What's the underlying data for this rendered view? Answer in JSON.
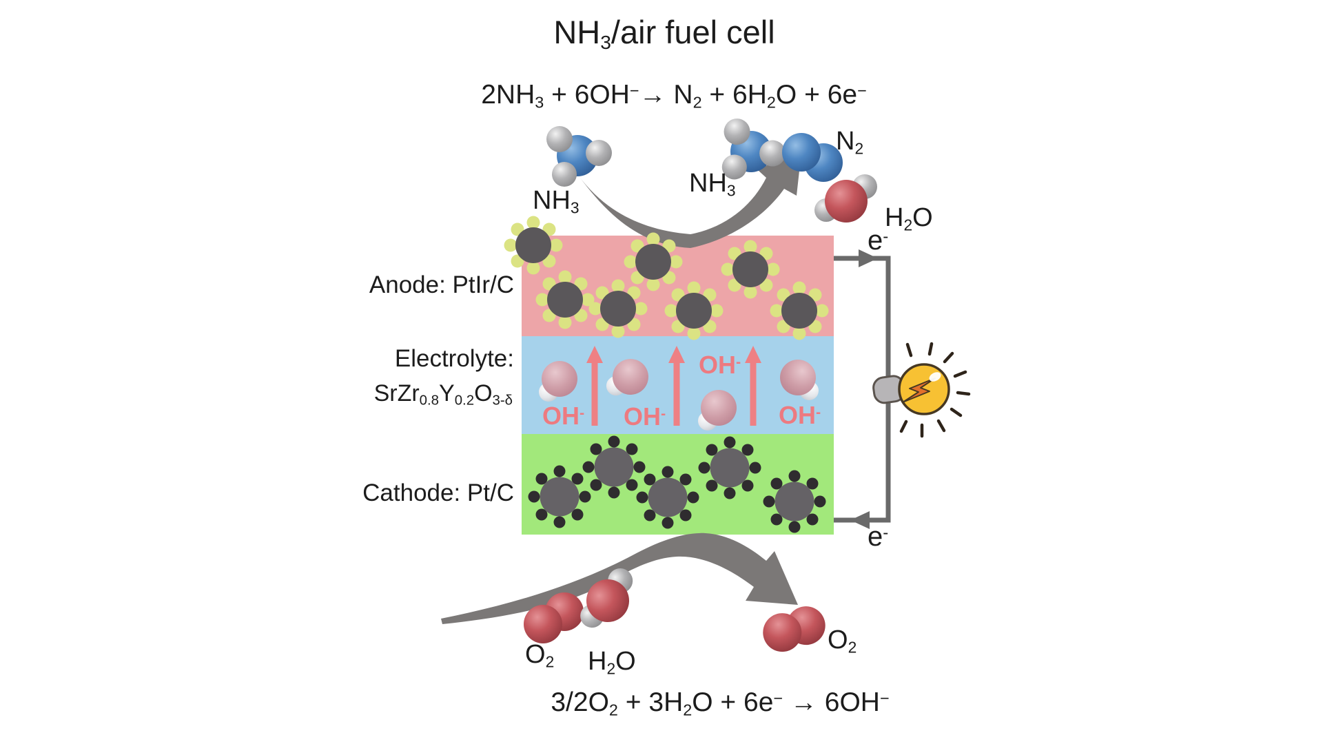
{
  "title": [
    [
      "t",
      "NH"
    ],
    [
      "sub",
      "3"
    ],
    [
      "t",
      "/air fuel cell"
    ]
  ],
  "reactions": {
    "anode": [
      [
        "t",
        "2NH"
      ],
      [
        "sub",
        "3"
      ],
      [
        "t",
        " + 6OH"
      ],
      [
        "sup",
        "−"
      ],
      [
        "t",
        "→ N"
      ],
      [
        "sub",
        "2"
      ],
      [
        "t",
        " + 6H"
      ],
      [
        "sub",
        "2"
      ],
      [
        "t",
        "O + 6e"
      ],
      [
        "sup",
        "−"
      ]
    ],
    "cathode": [
      [
        "t",
        "3/2O"
      ],
      [
        "sub",
        "2"
      ],
      [
        "t",
        " + 3H"
      ],
      [
        "sub",
        "2"
      ],
      [
        "t",
        "O + 6e"
      ],
      [
        "sup",
        "−"
      ],
      [
        "t",
        " → 6OH"
      ],
      [
        "sup",
        "−"
      ]
    ]
  },
  "layers": {
    "anode": {
      "label": [
        [
          "t",
          "Anode: PtIr/C"
        ]
      ],
      "color": "#eda5a8"
    },
    "electrolyte": {
      "label": [
        [
          "t",
          "Electrolyte:"
        ]
      ],
      "formula": [
        [
          "t",
          "SrZr"
        ],
        [
          "sub",
          "0.8"
        ],
        [
          "t",
          "Y"
        ],
        [
          "sub",
          "0.2"
        ],
        [
          "t",
          "O"
        ],
        [
          "sub",
          "3-δ"
        ]
      ],
      "color": "#a6d2eb"
    },
    "cathode": {
      "label": [
        [
          "t",
          "Cathode: Pt/C"
        ]
      ],
      "color": "#a2e87b"
    }
  },
  "labels": {
    "nh3": [
      [
        "t",
        "NH"
      ],
      [
        "sub",
        "3"
      ]
    ],
    "n2": [
      [
        "t",
        "N"
      ],
      [
        "sub",
        "2"
      ]
    ],
    "h2o": [
      [
        "t",
        "H"
      ],
      [
        "sub",
        "2"
      ],
      [
        "t",
        "O"
      ]
    ],
    "o2": [
      [
        "t",
        "O"
      ],
      [
        "sub",
        "2"
      ]
    ],
    "oh": [
      [
        "t",
        "OH"
      ],
      [
        "sup",
        "-"
      ]
    ],
    "electron": [
      [
        "t",
        "e"
      ],
      [
        "sup",
        "-"
      ]
    ]
  },
  "colors": {
    "anode_layer": "#eda5a8",
    "electrolyte_layer": "#a6d2eb",
    "cathode_layer": "#a2e87b",
    "catalyst_particle": "#5a575a",
    "anode_catalyst_dots": "#dbe383",
    "cathode_catalyst_dots": "#2f2c2f",
    "oh_accent": "#ed7a80",
    "wire_gray": "#6a6a6a",
    "big_arrow_gray": "#7b7877",
    "nitrogen_blue": "#4e86c2",
    "oxygen_red": "#c4565c",
    "hydrogen_gray": "#b4b4b6",
    "bulb_yellow": "#f7c133",
    "bolt_orange": "#e2702c"
  }
}
